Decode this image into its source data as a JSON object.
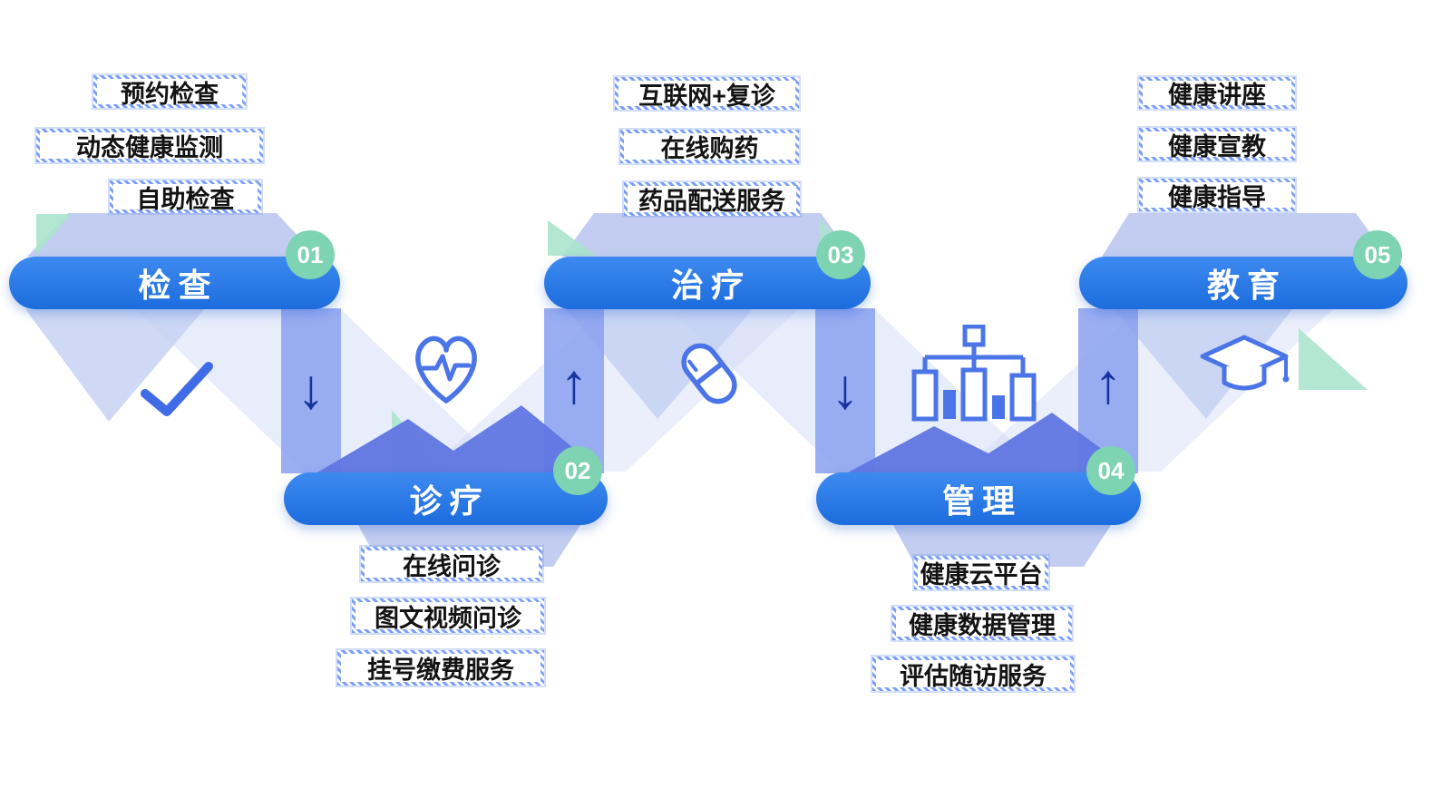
{
  "diagram": {
    "type": "process-flow",
    "language": "zh-CN",
    "stage_count": 5
  },
  "colors": {
    "banner_blue_top": "#3d8af0",
    "banner_blue_bottom": "#1c6cdd",
    "badge_green": "#7ed3b2",
    "arrow_navy": "#16349f",
    "band_blue": "#89a0f0",
    "mountain_blue": "#6076e2",
    "shape_light_blue": "#c3cff3",
    "mint_green": "#abe4cd",
    "icon_blue": "#4a74e8",
    "text_black": "#131313"
  },
  "stages": [
    {
      "number": "01",
      "label": "检查",
      "items": [
        "预约检查",
        "动态健康监测",
        "自助检查"
      ]
    },
    {
      "number": "02",
      "label": "诊疗",
      "items": [
        "在线问诊",
        "图文视频问诊",
        "挂号缴费服务"
      ]
    },
    {
      "number": "03",
      "label": "治疗",
      "items": [
        "互联网+复诊",
        "在线购药",
        "药品配送服务"
      ]
    },
    {
      "number": "04",
      "label": "管理",
      "items": [
        "健康云平台",
        "健康数据管理",
        "评估随访服务"
      ]
    },
    {
      "number": "05",
      "label": "教育",
      "items": [
        "健康讲座",
        "健康宣教",
        "健康指导"
      ]
    }
  ],
  "connectors": [
    {
      "from": "01",
      "to": "02",
      "glyph": "↓"
    },
    {
      "from": "02",
      "to": "03",
      "glyph": "↑"
    },
    {
      "from": "03",
      "to": "04",
      "glyph": "↓"
    },
    {
      "from": "04",
      "to": "05",
      "glyph": "↑"
    }
  ],
  "icons": [
    {
      "name": "check-icon"
    },
    {
      "name": "heart-pulse-icon"
    },
    {
      "name": "pill-icon"
    },
    {
      "name": "org-chart-icon"
    },
    {
      "name": "graduation-cap-icon"
    }
  ]
}
